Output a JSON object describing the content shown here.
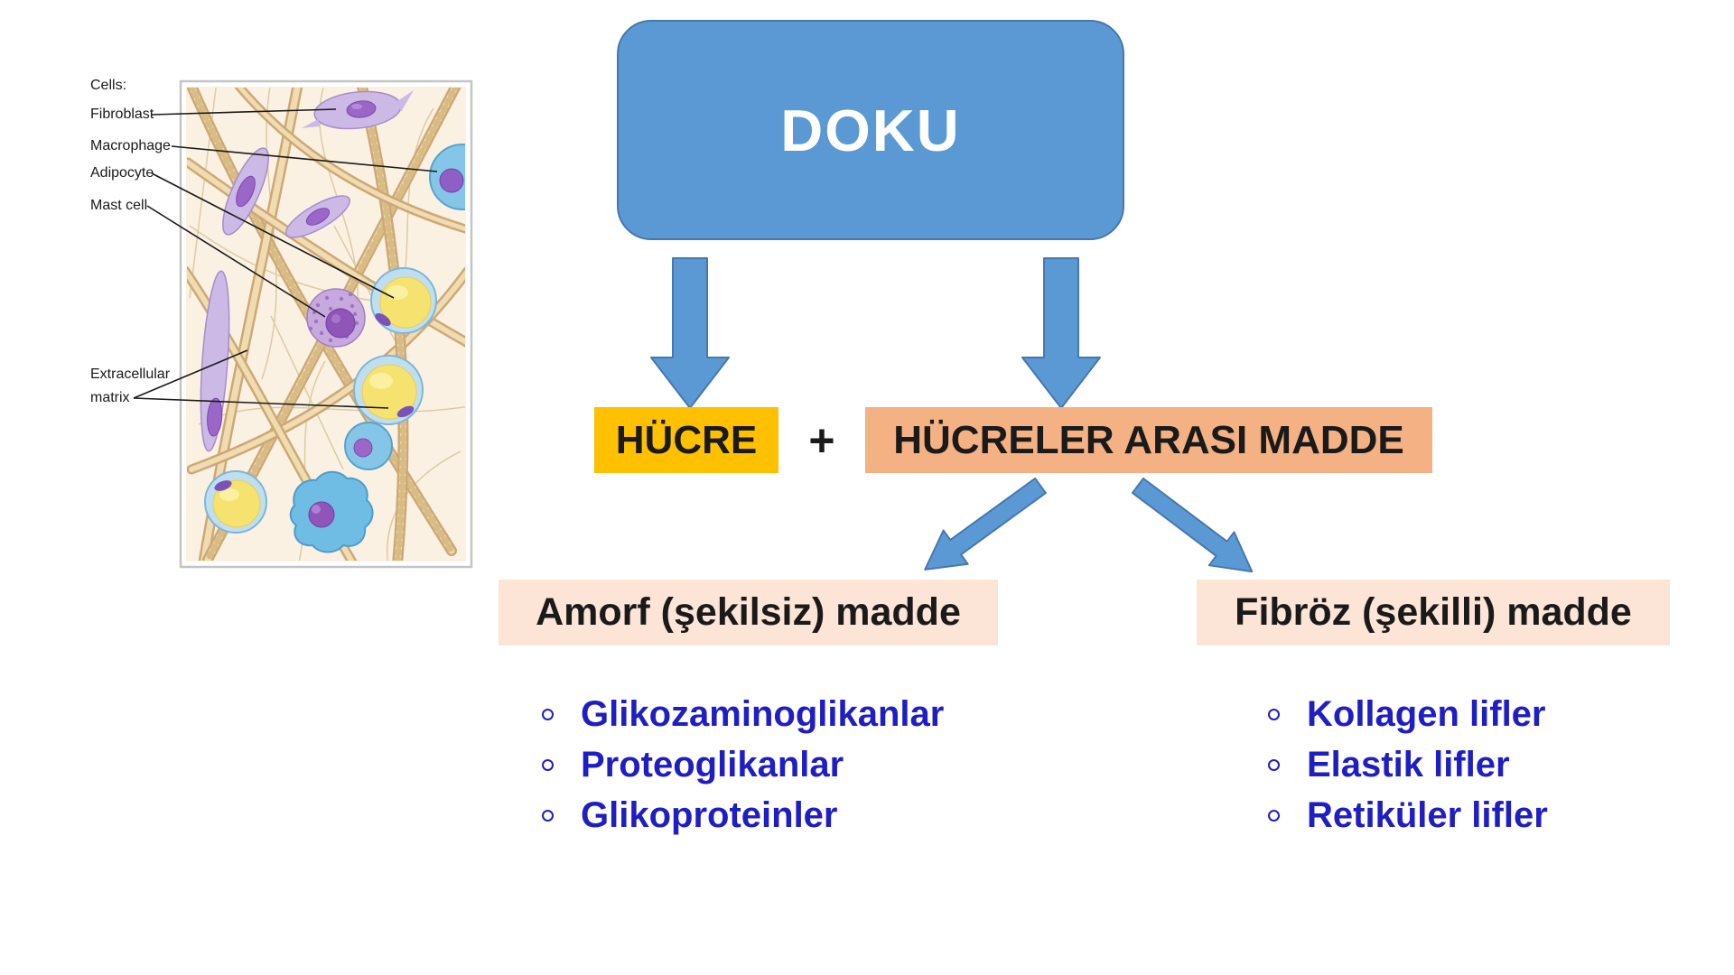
{
  "slide_title": "DOKU",
  "colors": {
    "accent-blue": "#5B99D5",
    "accent-blue-border": "#4678AC",
    "gold": "#FFC000",
    "salmon": "#F4B183",
    "peach": "#FCE4D6",
    "list-blue": "#1E1EC3",
    "text-dark": "#1A1A1A"
  },
  "illustration": {
    "description": "connective tissue cells and extracellular matrix drawing",
    "labels": {
      "cells": "Cells:",
      "fibroblast": "Fibroblast",
      "macrophage": "Macrophage",
      "adipocyte": "Adipocyte",
      "mast_cell": "Mast cell",
      "extracellular_line1": "Extracellular",
      "extracellular_line2": "matrix"
    }
  },
  "flowchart": {
    "root": {
      "label": "DOKU"
    },
    "plus": "+",
    "hucre": {
      "label": "HÜCRE"
    },
    "hucreler_arasi": {
      "label": "HÜCRELER ARASI MADDE"
    },
    "amorf": {
      "label": "Amorf (şekilsiz) madde"
    },
    "fibroz": {
      "label": "Fibröz (şekilli) madde"
    }
  },
  "lists": {
    "amorf": {
      "items": [
        "Glikozaminoglikanlar",
        "Proteoglikanlar",
        "Glikoproteinler"
      ]
    },
    "fibroz": {
      "items": [
        "Kollagen lifler",
        "Elastik lifler",
        "Retiküler lifler"
      ]
    }
  }
}
